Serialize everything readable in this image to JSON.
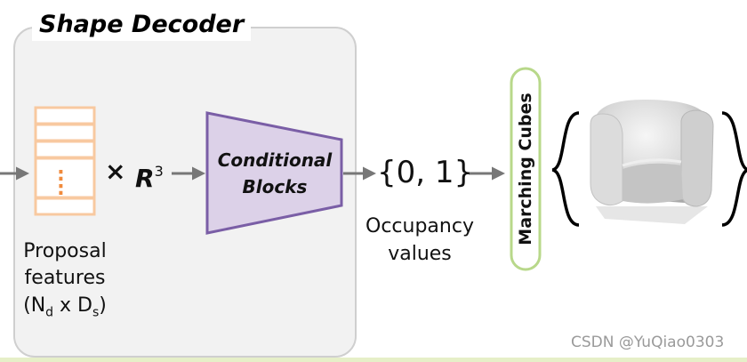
{
  "panel": {
    "title": "Shape Decoder"
  },
  "proposal": {
    "line1": "Proposal",
    "line2": "features",
    "dim_open": "(N",
    "dim_sub1": "d",
    "dim_mid": " x D",
    "dim_sub2": "s",
    "dim_close": ")",
    "dots": ":"
  },
  "times": {
    "symbol": "×",
    "base": "R",
    "exponent": "3"
  },
  "conditional_blocks": {
    "line1": "Conditional",
    "line2": "Blocks"
  },
  "occupancy": {
    "set": "{0, 1}",
    "line1": "Occupancy",
    "line2": "values"
  },
  "marching_cubes": {
    "label": "Marching Cubes"
  },
  "watermark": "CSDN @YuQiao0303",
  "colors": {
    "feature_stack": "#f8c9a0",
    "block_fill": "#dcd1e8",
    "block_stroke": "#7a5ea6",
    "pill_stroke": "#b8d88a",
    "arrow": "#777777"
  }
}
